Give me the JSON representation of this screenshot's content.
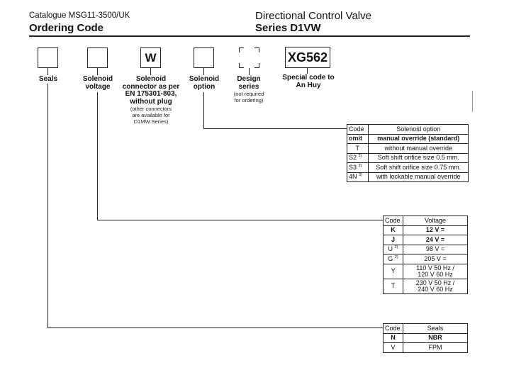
{
  "header": {
    "catalogue": "Catalogue MSG11-3500/UK",
    "section_title": "Ordering Code",
    "doc_title": "Directional Control Valve",
    "doc_series": "Series D1VW"
  },
  "code_positions": {
    "seals": {
      "label": "Seals"
    },
    "solenoid_voltage": {
      "label_1": "Solenoid",
      "label_2": "voltage"
    },
    "connector": {
      "value": "W",
      "label_1": "Solenoid",
      "label_2": "connector as per",
      "label_3": "EN 175301-803,",
      "label_4": "without plug",
      "note_1": "(other connectors",
      "note_2": "are available for",
      "note_3": "D1MW Series)"
    },
    "solenoid_option": {
      "label_1": "Solenoid",
      "label_2": "option"
    },
    "design_series": {
      "label_1": "Design",
      "label_2": "series",
      "note_1": "(not required",
      "note_2": "for ordering)"
    },
    "special_code": {
      "value": "XG562",
      "label_1": "Special code to",
      "label_2": "An Huy"
    }
  },
  "solenoid_option_table": {
    "header_code": "Code",
    "header_desc": "Solenoid option",
    "rows": [
      {
        "code": "omit",
        "sup": "",
        "desc": "manual override (standard)"
      },
      {
        "code": "T",
        "sup": "",
        "desc": "without manual override"
      },
      {
        "code": "S2",
        "sup": "3)",
        "desc": "Soft shift orifice size 0.5 mm."
      },
      {
        "code": "S3",
        "sup": "3)",
        "desc": "Soft shift orifice size 0.75 mm."
      },
      {
        "code": "4N",
        "sup": "3)",
        "desc": "with lockable manual override"
      }
    ]
  },
  "voltage_table": {
    "header_code": "Code",
    "header_desc": "Voltage",
    "rows": [
      {
        "code": "K",
        "sup": "",
        "desc": "12 V ="
      },
      {
        "code": "J",
        "sup": "",
        "desc": "24 V ="
      },
      {
        "code": "U",
        "sup": "2)",
        "desc": "98 V ="
      },
      {
        "code": "G",
        "sup": "2)",
        "desc": "205 V ="
      },
      {
        "code": "Y",
        "sup": "",
        "desc_1": "110 V 50 Hz /",
        "desc_2": "120 V 60 Hz"
      },
      {
        "code": "T",
        "sup": "",
        "desc_1": "230 V 50 Hz /",
        "desc_2": "240 V 60 Hz"
      }
    ]
  },
  "seals_table": {
    "header_code": "Code",
    "header_desc": "Seals",
    "rows": [
      {
        "code": "N",
        "desc": "NBR"
      },
      {
        "code": "V",
        "desc": "FPM"
      }
    ]
  }
}
